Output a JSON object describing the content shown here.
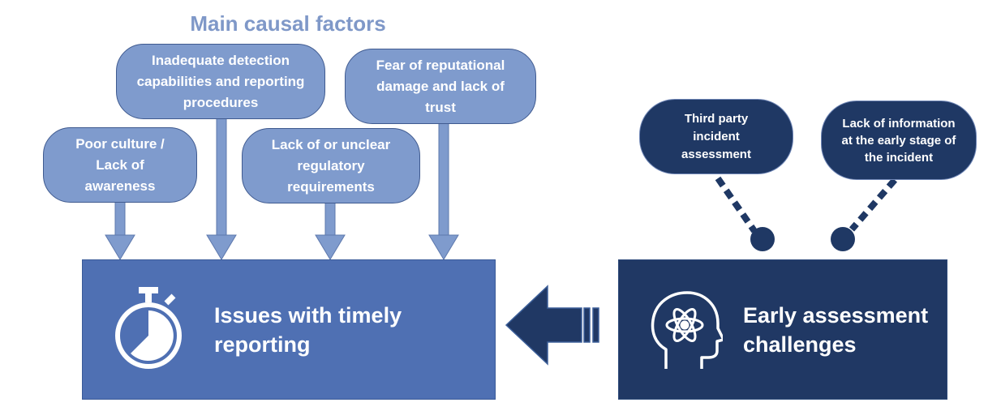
{
  "title": "Main causal factors",
  "causal_factors": [
    "Inadequate detection capabilities and reporting procedures",
    "Fear of reputational damage and lack of trust",
    "Poor culture / Lack of awareness",
    "Lack of or unclear regulatory requirements"
  ],
  "assessment_factors": [
    "Third party incident assessment",
    "Lack of information at the early stage of the incident"
  ],
  "left_box": {
    "text": "Issues with timely reporting",
    "icon": "stopwatch-icon"
  },
  "right_box": {
    "text": "Early assessment challenges",
    "icon": "head-atom-icon"
  },
  "colors": {
    "title": "#7f98c8",
    "light_blue": "#7f9bcd",
    "box_blue": "#4f70b3",
    "navy": "#203864",
    "arrow": "#203864"
  }
}
